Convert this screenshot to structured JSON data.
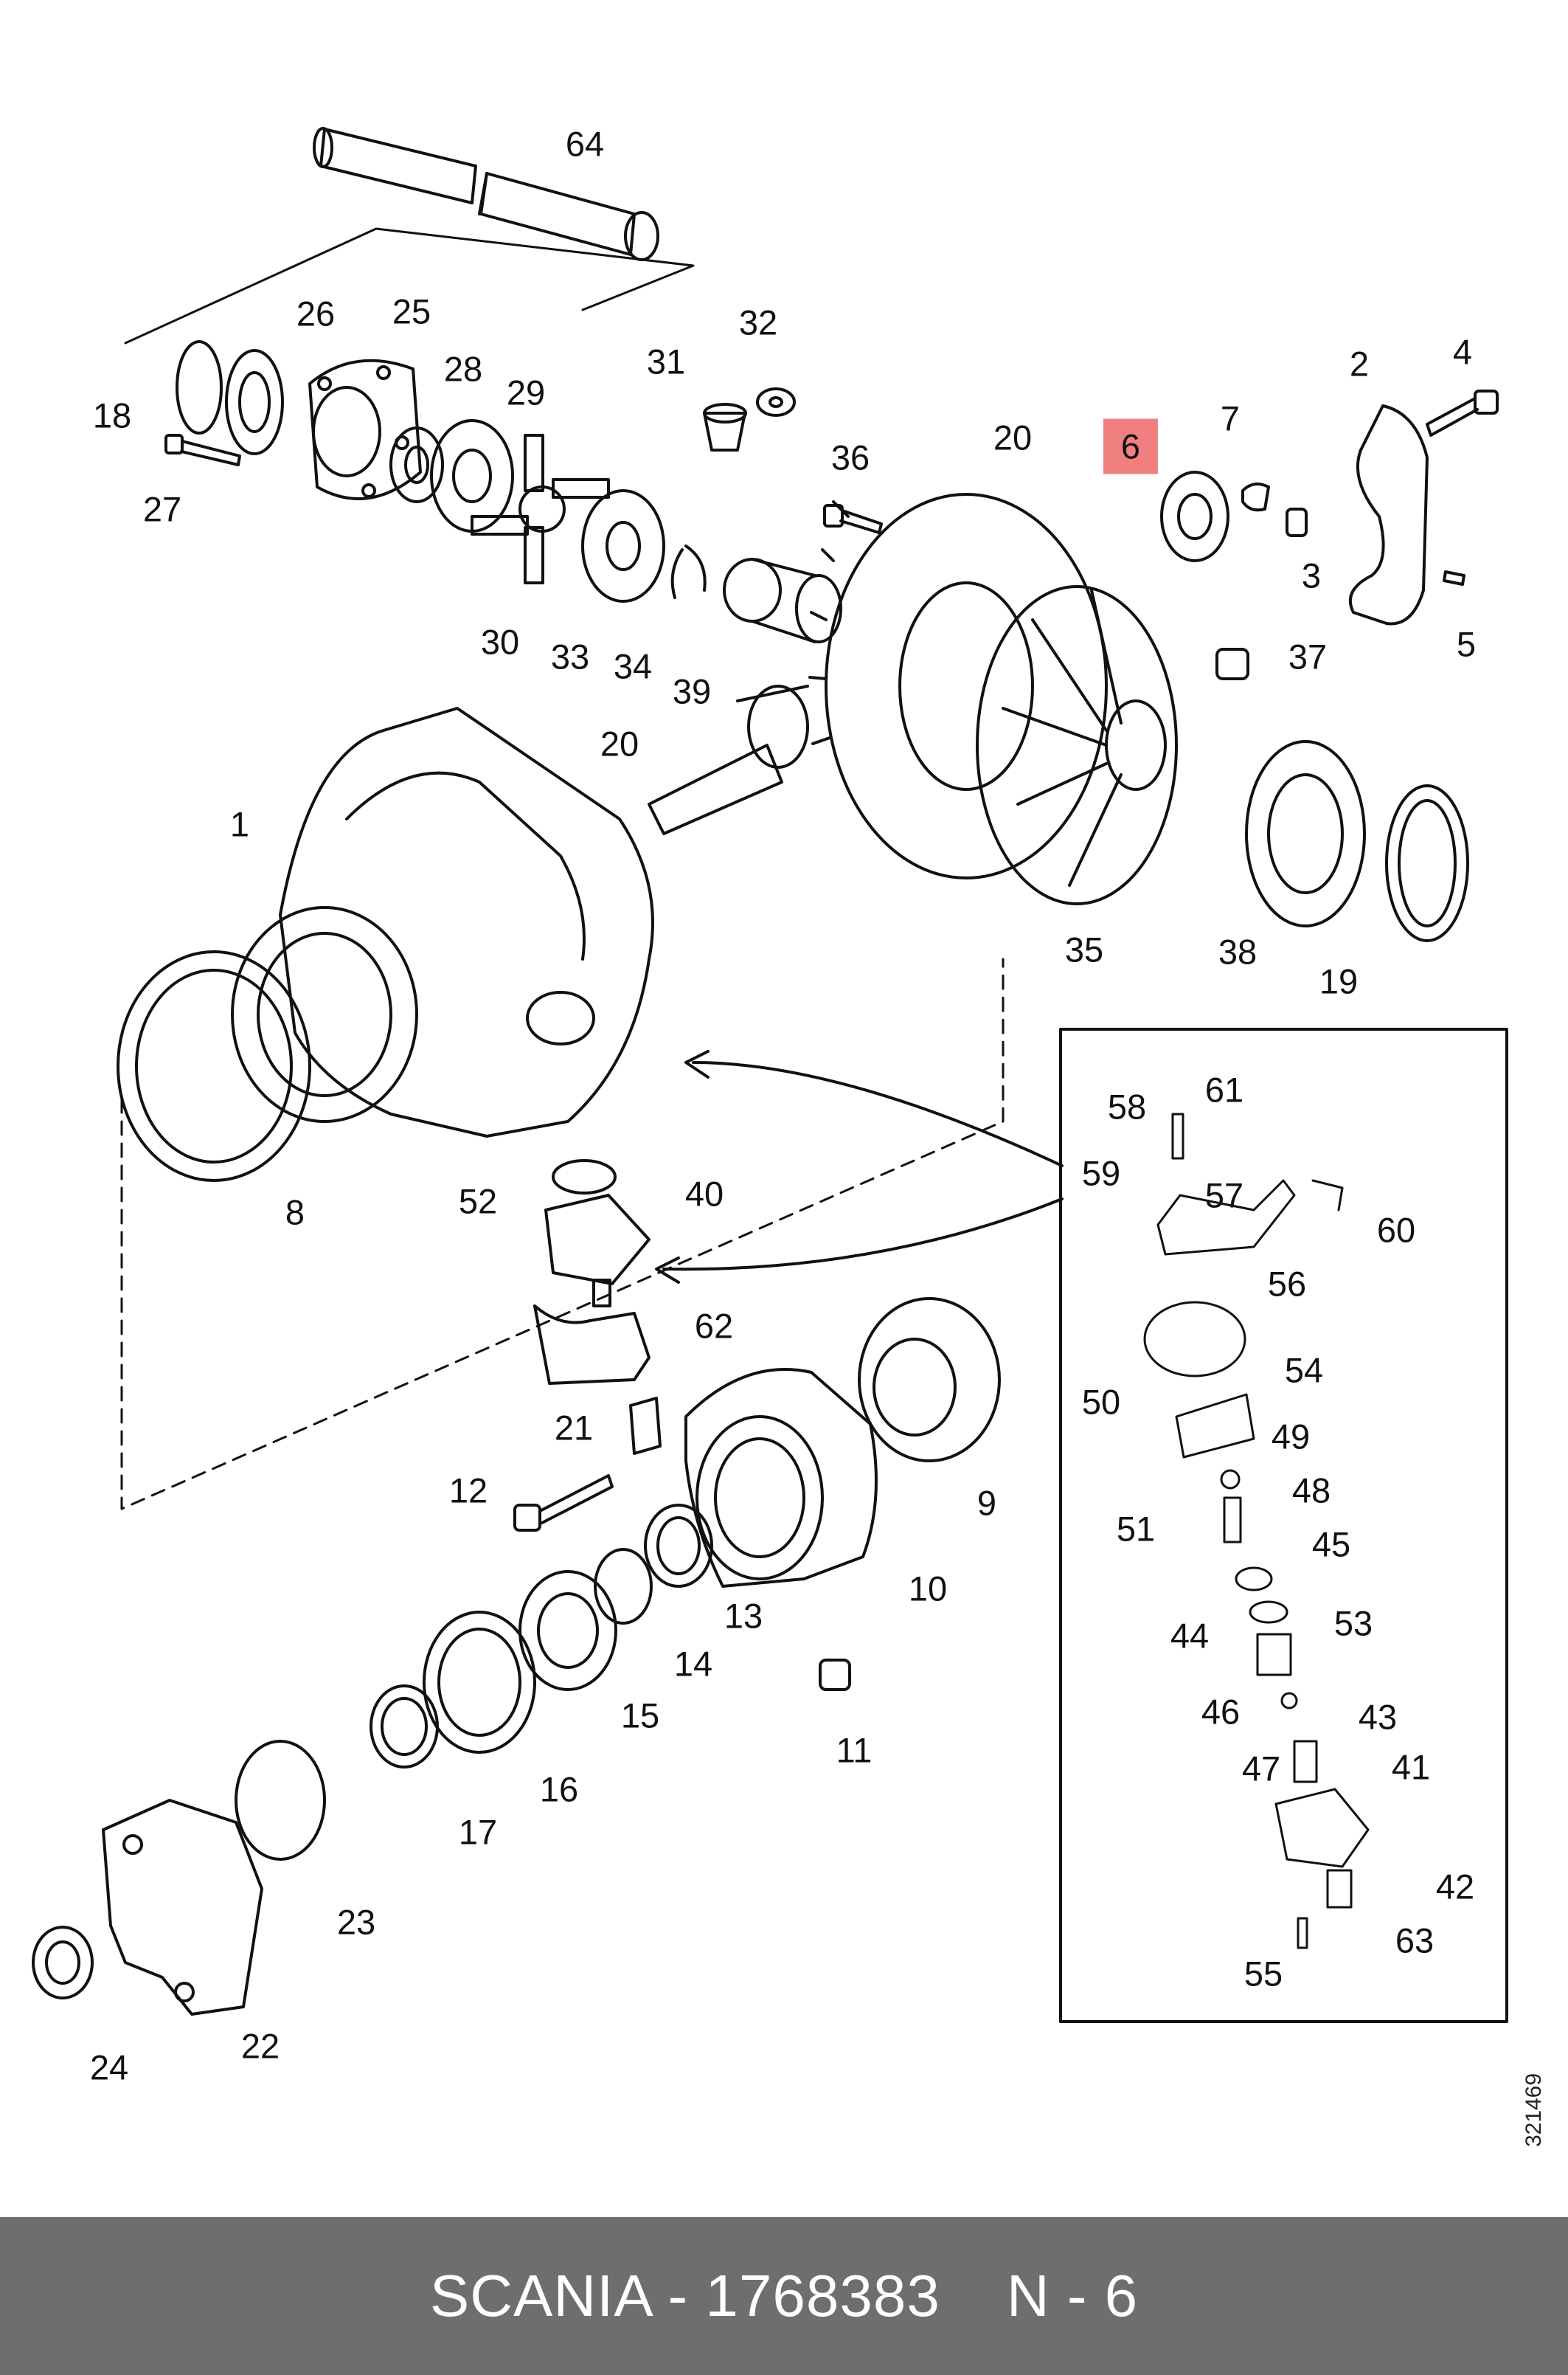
{
  "colors": {
    "line": "#111111",
    "highlight": "#f08080",
    "footer_bg": "#6e6e6e",
    "footer_text": "#ffffff"
  },
  "highlighted_part": "6",
  "callouts": [
    "64",
    "26",
    "25",
    "18",
    "28",
    "29",
    "27",
    "30",
    "33",
    "34",
    "31",
    "32",
    "36",
    "39",
    "20",
    "6",
    "7",
    "2",
    "4",
    "3",
    "5",
    "37",
    "1",
    "35",
    "38",
    "19",
    "8",
    "52",
    "40",
    "62",
    "21",
    "12",
    "9",
    "10",
    "13",
    "14",
    "15",
    "16",
    "17",
    "11",
    "23",
    "22",
    "24",
    "58",
    "61",
    "59",
    "57",
    "60",
    "56",
    "50",
    "54",
    "49",
    "51",
    "48",
    "45",
    "44",
    "53",
    "46",
    "43",
    "47",
    "41",
    "42",
    "63",
    "55"
  ],
  "image_code": "321469",
  "footer": {
    "brand_part": "SCANIA - 1768383",
    "reference": "N - 6"
  }
}
